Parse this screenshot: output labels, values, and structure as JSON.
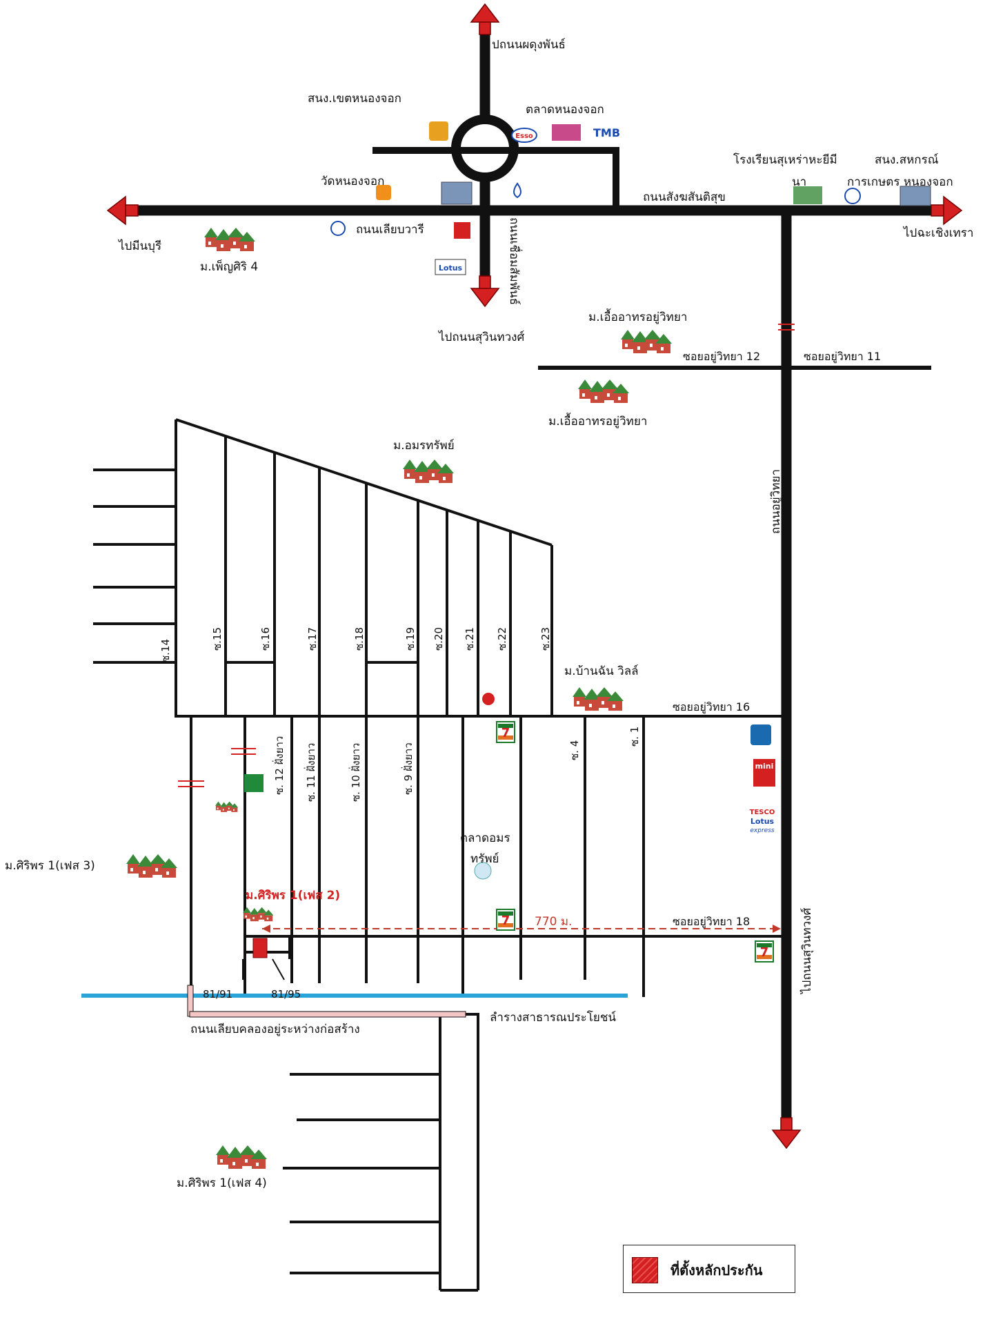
{
  "roads": {
    "north": "ปถนนผดุงพันธ์",
    "main_road": "ถนนสังฆสันติสุข",
    "west": "ไปมีนบุรี",
    "east": "ไปฉะเชิงเทรา",
    "south": "ไปถนนสุวินทวงศ์",
    "cross_vertical": "ถนนเชื่อมสัมพันธ์",
    "leab_wari": "ถนนเลียบวารี",
    "yu_witthaya": "ถนนอยู่วิทยา",
    "suwinthawong_south": "ไปถนนสุวินทวงศ์",
    "canal_road": "ถนนเลียบคลองอยู่ระหว่างก่อสร้าง",
    "canal": "ลำรางสาธารณประโยชน์"
  },
  "places": {
    "district_office": "สนง.เขตหนองจอก",
    "market": "ตลาดหนองจอก",
    "wat": "วัดหนองจอก",
    "school": "โรงเรียนสุเหร่าหะยีมี",
    "coop": "สนง.สหกรณ์",
    "coop2": "การเกษตร หนองจอก",
    "na": "นา",
    "tmb": "TMB",
    "esso": "Esso",
    "lotus": "Lotus",
    "mini": "mini",
    "tesco": "TESCO",
    "lotus_express": "Lotus",
    "express": "express",
    "seven": "7",
    "talad_amorn": "ตลาดอมร",
    "talad_amorn2": "ทรัพย์"
  },
  "villages": {
    "phensiri": "ม.เพ็ญศิริ 4",
    "uea_arthon1": "ม.เอื้ออาทรอยู่วิทยา",
    "uea_arthon2": "ม.เอื้ออาทรอยู่วิทยา",
    "amorn_sap": "ม.อมรทรัพย์",
    "ban_chan_villa": "ม.บ้านฉัน วิลล์",
    "siriporn3": "ม.ศิริพร 1(เฟส 3)",
    "siriporn2": "ม.ศิริพร 1(เฟส 2)",
    "siriporn4": "ม.ศิริพร 1(เฟส 4)"
  },
  "sois": {
    "yw12": "ซอยอยู่วิทยา 12",
    "yw11": "ซอยอยู่วิทยา 11",
    "yw16": "ซอยอยู่วิทยา 16",
    "yw18": "ซอยอยู่วิทยา 18",
    "s14": "ซ.14",
    "s15": "ซ.15",
    "s16": "ซ.16",
    "s17": "ซ.17",
    "s18": "ซ.18",
    "s19": "ซ.19",
    "s20": "ซ.20",
    "s21": "ซ.21",
    "s22": "ซ.22",
    "s23": "ซ.23",
    "s12": "ซ. 12 ฝั่งยาว",
    "s11": "ซ. 11 ฝั่งยาว",
    "s10": "ซ. 10 ฝั่งยาว",
    "s9": "ซ. 9 ฝั่งยาว",
    "s4": "ซ. 4",
    "s1": "ซ. 1"
  },
  "distance": "770 ม.",
  "house_numbers": {
    "a": "81/91",
    "b": "81/95"
  },
  "legend": {
    "label": "ที่ตั้งหลักประกัน"
  },
  "colors": {
    "road": "#111111",
    "arrow": "#d42020",
    "canal": "#2aa3d8",
    "house": "#c84a3a",
    "roof": "#3a8a3a",
    "distance_line": "#c0392b"
  }
}
